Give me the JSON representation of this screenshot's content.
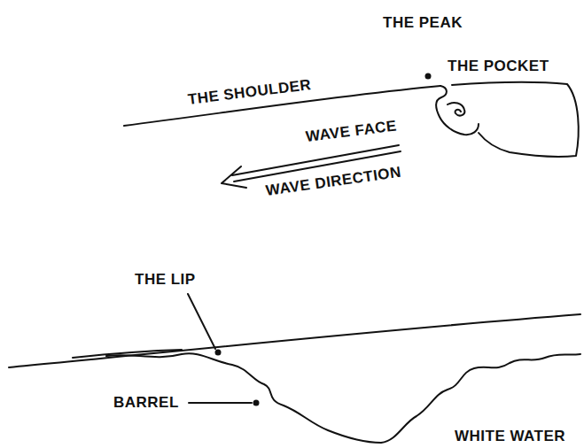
{
  "diagram": {
    "labels": [
      "THE PEAK",
      "THE POCKET",
      "THE SHOULDER",
      "WAVE FACE",
      "WAVE DIRECTION",
      "THE LIP",
      "BARREL",
      "WHITE WATER"
    ]
  }
}
